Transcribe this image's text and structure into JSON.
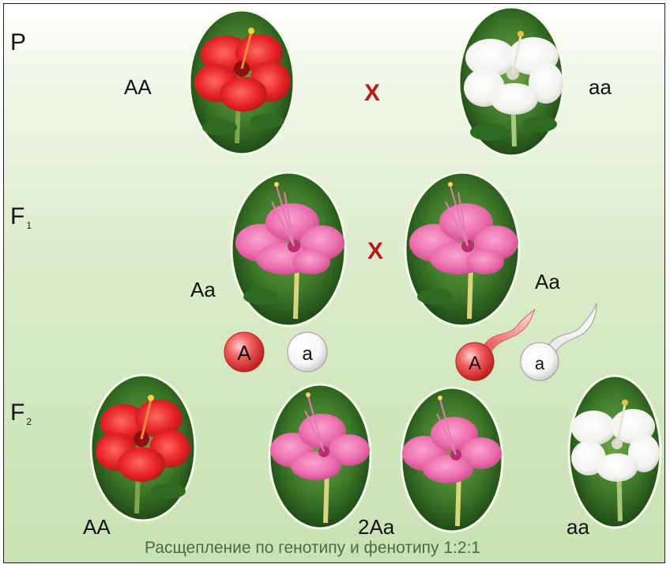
{
  "generation_labels": {
    "p": "P",
    "f1": "F",
    "f1_sub": "1",
    "f2": "F",
    "f2_sub": "2"
  },
  "cross_symbol": "X",
  "parents": {
    "left_genotype": "AA",
    "right_genotype": "aa"
  },
  "f1": {
    "left_genotype": "Aa",
    "right_genotype": "Aa"
  },
  "gametes": {
    "big_a": "A",
    "small_a": "a"
  },
  "f2": {
    "left_genotype": "AA",
    "middle_genotype": "2Aa",
    "right_genotype": "aa"
  },
  "caption": "Расщепление по генотипу и фенотипу  1:2:1",
  "colors": {
    "red_flower": "#e8252a",
    "pink_flower": "#ec6fae",
    "white_flower": "#f4f4f2",
    "leaf": "#3f7a2a",
    "cross": "#b71c1c",
    "caption": "#4d6b40"
  }
}
